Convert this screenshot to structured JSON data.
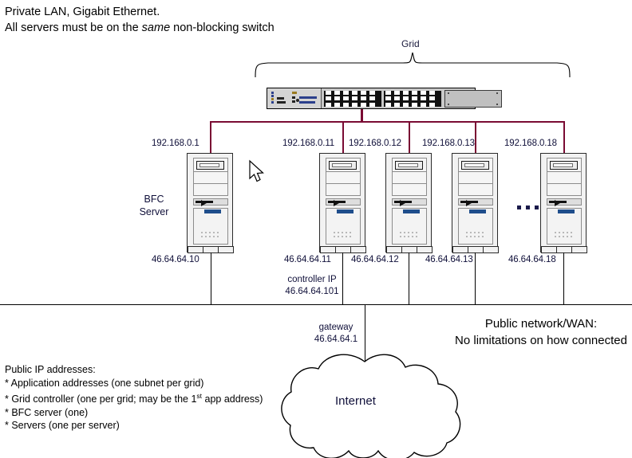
{
  "notes": {
    "line1": "Private LAN, Gigabit Ethernet.",
    "line2_pre": "All servers must be on the ",
    "line2_em": "same",
    "line2_post": " non-blocking switch"
  },
  "grid": {
    "label": "Grid"
  },
  "switch": {
    "name": "network-switch"
  },
  "lan_ips": [
    "192.168.0.1",
    "192.168.0.11",
    "192.168.0.12",
    "192.168.0.13",
    "192.168.0.18"
  ],
  "wan_ips": [
    "46.64.64.10",
    "46.64.64.11",
    "46.64.64.12",
    "46.64.64.13",
    "46.64.64.18"
  ],
  "bfc": {
    "line1": "BFC",
    "line2": "Server"
  },
  "controller": {
    "line1": "controller IP",
    "line2": "46.64.64.101"
  },
  "gateway": {
    "line1": "gateway",
    "line2": "46.64.64.1"
  },
  "wan": {
    "line1": "Public network/WAN:",
    "line2": "No limitations on how connected"
  },
  "cloud": {
    "label": "Internet"
  },
  "legend": {
    "title": "Public IP addresses:",
    "items": [
      "* Application addresses (one subnet per grid)",
      "* Grid controller (one per grid; may be the 1",
      "* BFC server (one)",
      "* Servers (one per server)"
    ],
    "item2_sup": "st",
    "item2_tail": " app  address)"
  },
  "ellipsis": "...",
  "colors": {
    "lan_wire": "#7a0b33",
    "wan_wire": "#000000",
    "server_accent": "#1f4e8c",
    "text_navy": "#10103a"
  }
}
